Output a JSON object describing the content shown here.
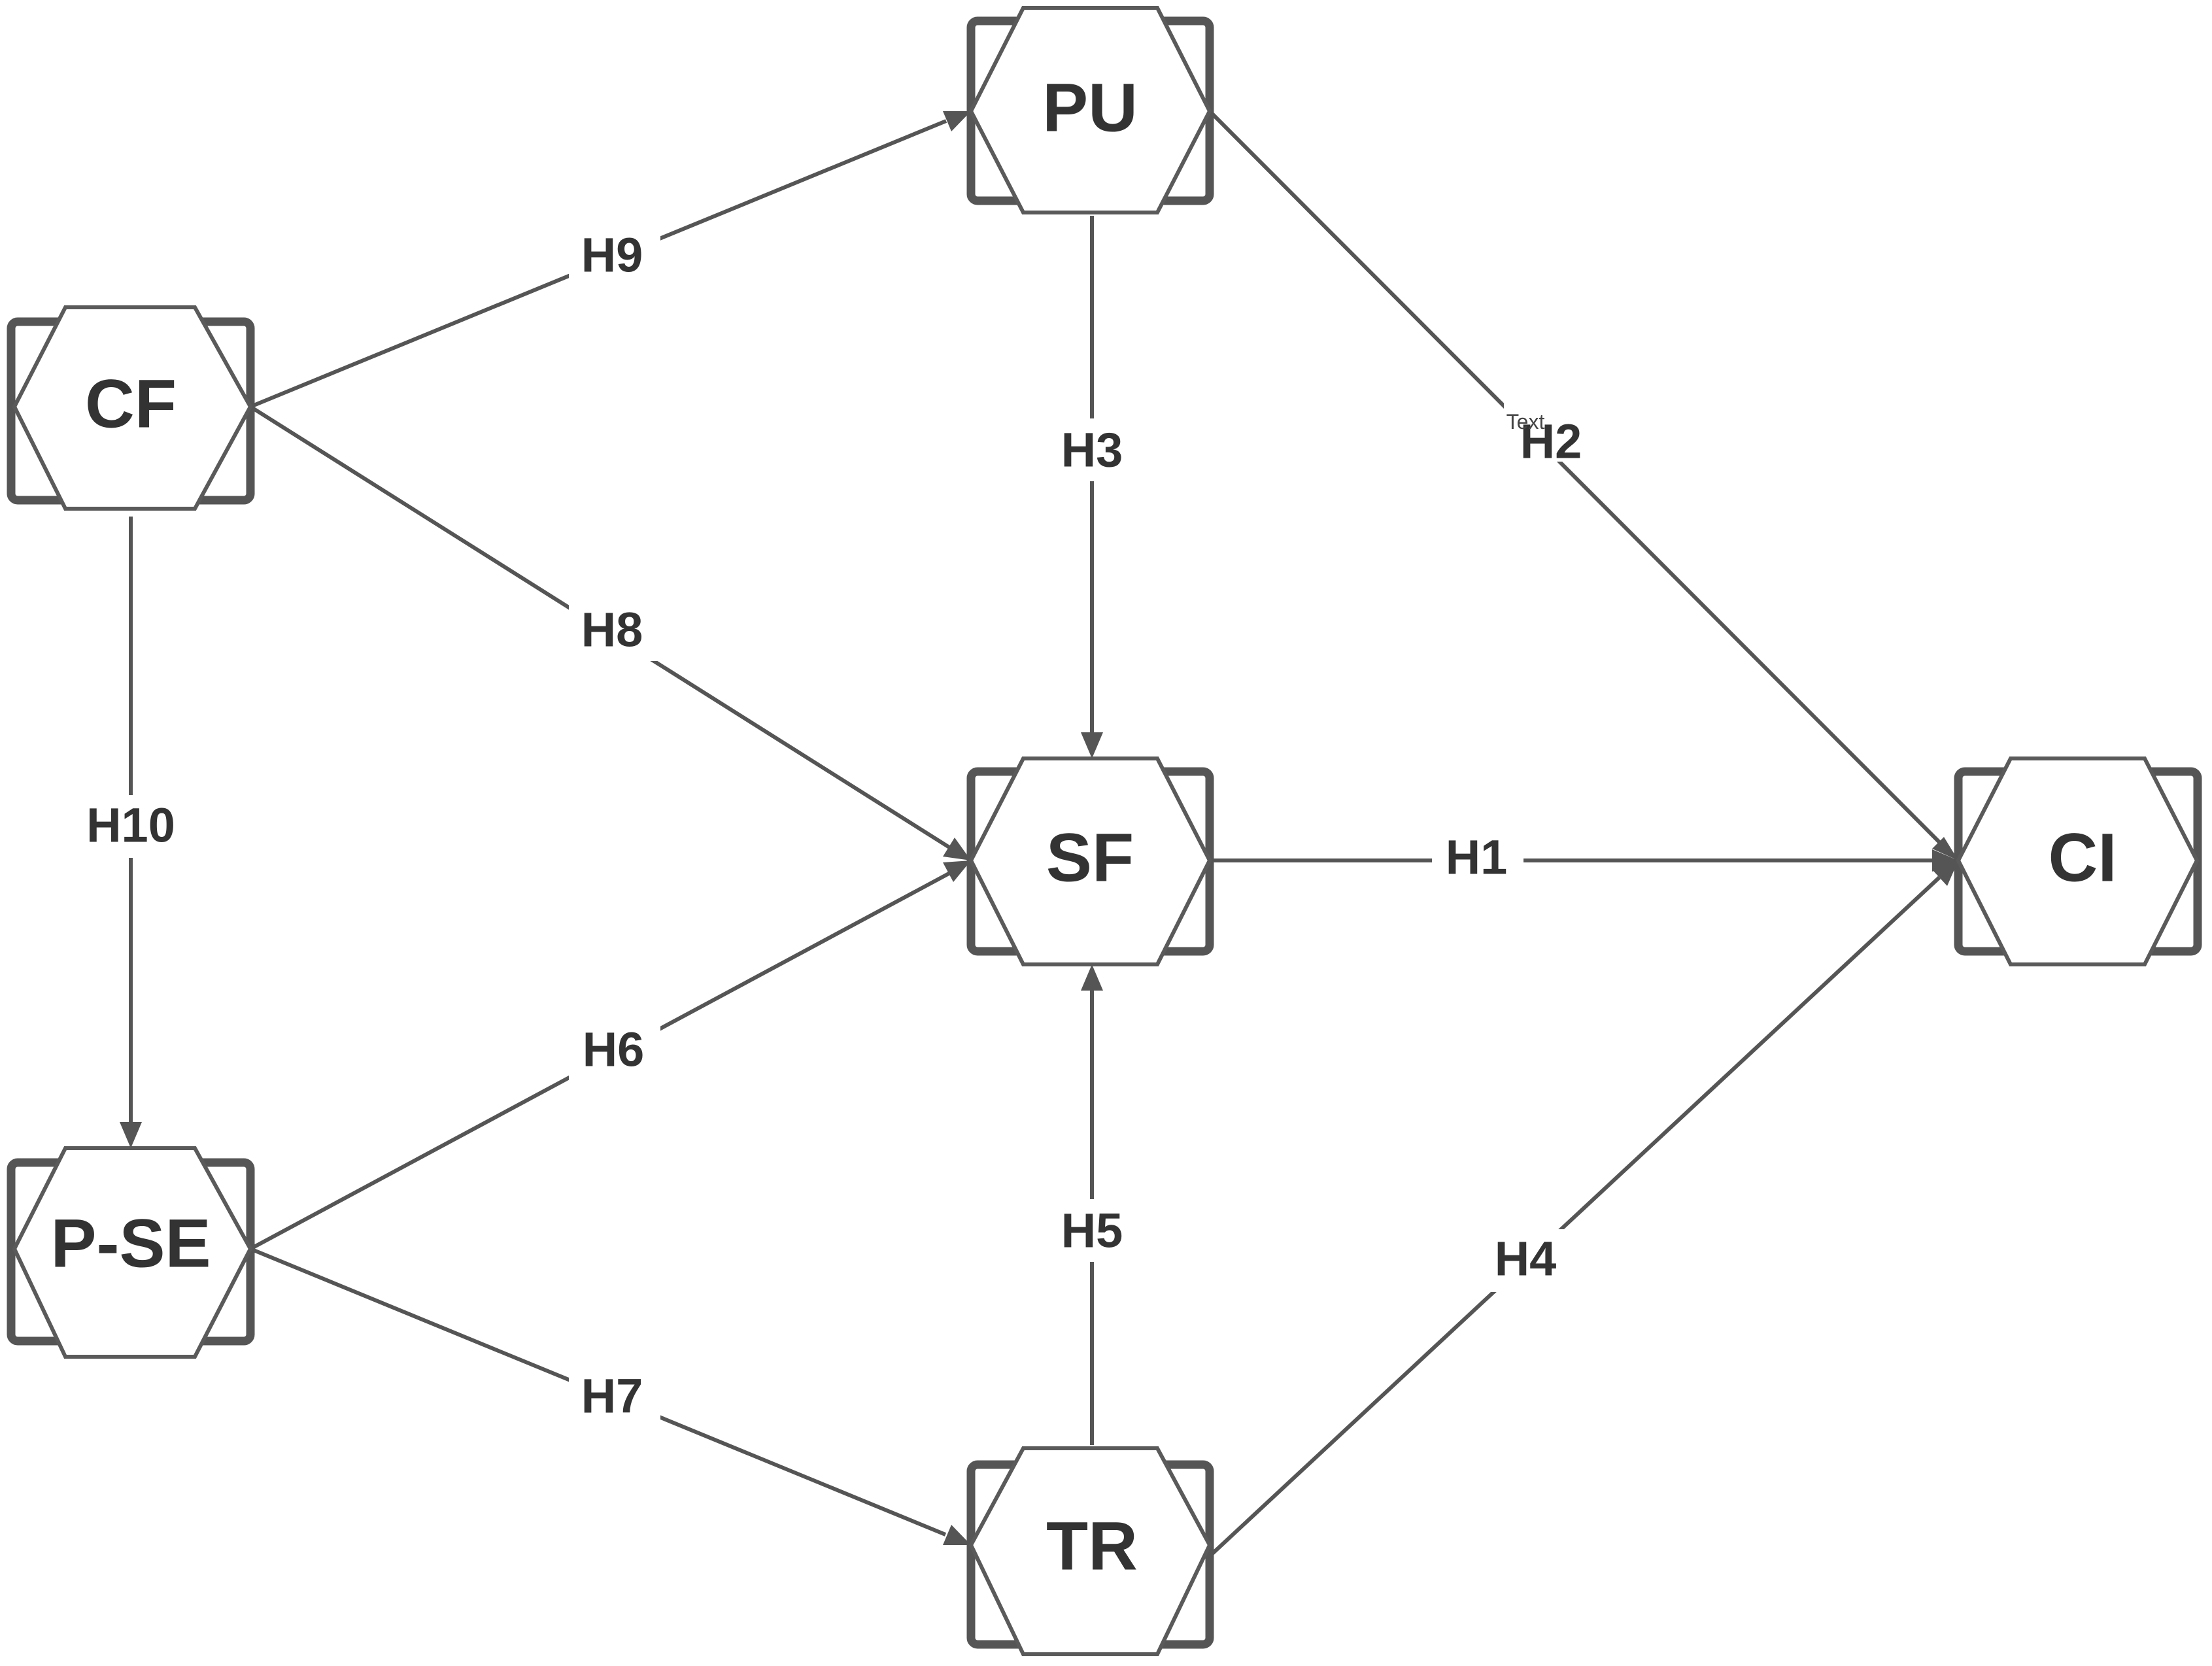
{
  "nodes": [
    {
      "id": "PU",
      "label": "PU"
    },
    {
      "id": "CF",
      "label": "CF"
    },
    {
      "id": "SF",
      "label": "SF"
    },
    {
      "id": "CI",
      "label": "CI"
    },
    {
      "id": "PSE",
      "label": "P-SE"
    },
    {
      "id": "TR",
      "label": "TR"
    }
  ],
  "edges": [
    {
      "id": "H1",
      "label": "H1",
      "from": "SF",
      "to": "CI"
    },
    {
      "id": "H2",
      "label": "H2",
      "from": "PU",
      "to": "CI"
    },
    {
      "id": "H3",
      "label": "H3",
      "from": "PU",
      "to": "SF"
    },
    {
      "id": "H4",
      "label": "H4",
      "from": "TR",
      "to": "CI"
    },
    {
      "id": "H5",
      "label": "H5",
      "from": "TR",
      "to": "SF"
    },
    {
      "id": "H6",
      "label": "H6",
      "from": "PSE",
      "to": "SF"
    },
    {
      "id": "H7",
      "label": "H7",
      "from": "PSE",
      "to": "TR"
    },
    {
      "id": "H8",
      "label": "H8",
      "from": "CF",
      "to": "SF"
    },
    {
      "id": "H9",
      "label": "H9",
      "from": "CF",
      "to": "PU"
    },
    {
      "id": "H10",
      "label": "H10",
      "from": "CF",
      "to": "PSE"
    }
  ],
  "note": {
    "text": "Text"
  },
  "colors": {
    "stroke": "#555555",
    "text": "#333333",
    "background": "#ffffff"
  }
}
